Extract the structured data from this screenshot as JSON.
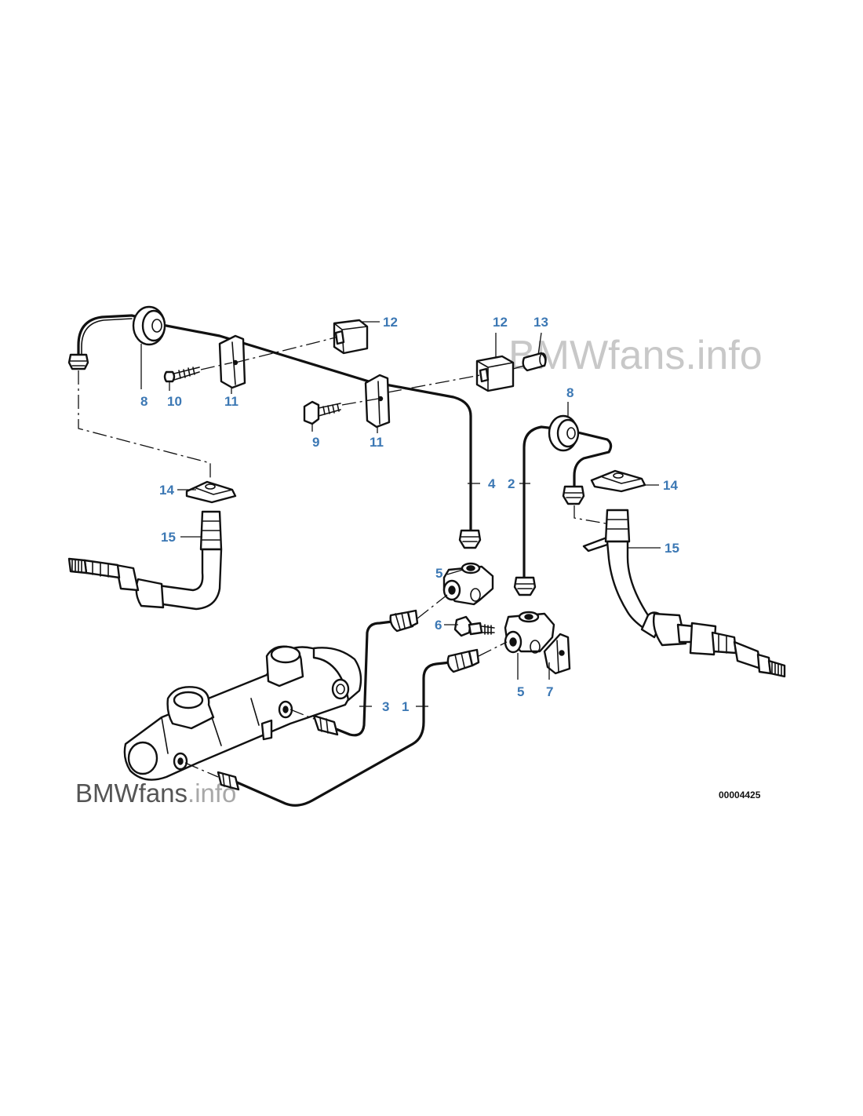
{
  "colors": {
    "callout": "#3c78b4",
    "line": "#111111",
    "watermark_top": "#c8c8c8",
    "watermark_brand": "#555555",
    "watermark_suffix": "#a8a8a8"
  },
  "watermark": {
    "top": "BMWfans.info",
    "bottom_brand": "BMWfans",
    "bottom_suffix": ".info"
  },
  "diagram_code": "00004425",
  "callouts": [
    {
      "id": "c-12a",
      "label": "12"
    },
    {
      "id": "c-12b",
      "label": "12"
    },
    {
      "id": "c-13",
      "label": "13"
    },
    {
      "id": "c-8a",
      "label": "8"
    },
    {
      "id": "c-10",
      "label": "10"
    },
    {
      "id": "c-11a",
      "label": "11"
    },
    {
      "id": "c-9",
      "label": "9"
    },
    {
      "id": "c-11b",
      "label": "11"
    },
    {
      "id": "c-8b",
      "label": "8"
    },
    {
      "id": "c-4",
      "label": "4"
    },
    {
      "id": "c-2",
      "label": "2"
    },
    {
      "id": "c-14a",
      "label": "14"
    },
    {
      "id": "c-14b",
      "label": "14"
    },
    {
      "id": "c-15a",
      "label": "15"
    },
    {
      "id": "c-15b",
      "label": "15"
    },
    {
      "id": "c-5a",
      "label": "5"
    },
    {
      "id": "c-6",
      "label": "6"
    },
    {
      "id": "c-5b",
      "label": "5"
    },
    {
      "id": "c-7",
      "label": "7"
    },
    {
      "id": "c-3",
      "label": "3"
    },
    {
      "id": "c-1",
      "label": "1"
    }
  ]
}
